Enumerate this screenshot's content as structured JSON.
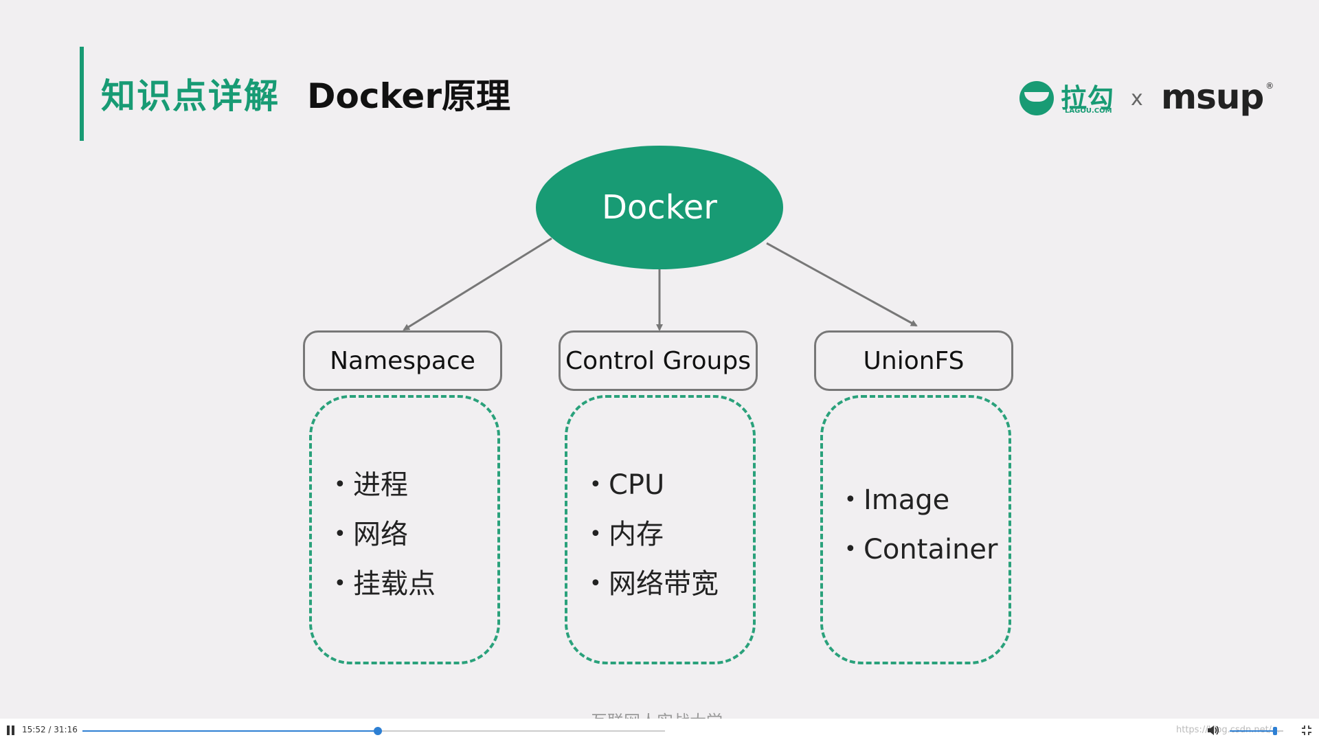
{
  "slide": {
    "section_title": "知识点详解",
    "topic_title": "Docker原理",
    "watermark": "互联网人实战大学"
  },
  "logos": {
    "lagou_cn": "拉勾",
    "lagou_en": "LAGOU.COM",
    "separator": "x",
    "msup": "msup",
    "msup_mark": "®"
  },
  "diagram": {
    "root": "Docker",
    "categories": [
      {
        "label": "Namespace",
        "items": [
          "进程",
          "网络",
          "挂载点"
        ]
      },
      {
        "label": "Control Groups",
        "items": [
          "CPU",
          "内存",
          "网络带宽"
        ]
      },
      {
        "label": "UnionFS",
        "items": [
          "Image",
          "Container"
        ]
      }
    ]
  },
  "player": {
    "time": "15:52 / 31:16",
    "progress": 0.5075,
    "volume": 0.85,
    "url": "https://blog.csdn.net/..."
  },
  "colors": {
    "accent": "#189b74",
    "progress": "#2d7fd3"
  }
}
